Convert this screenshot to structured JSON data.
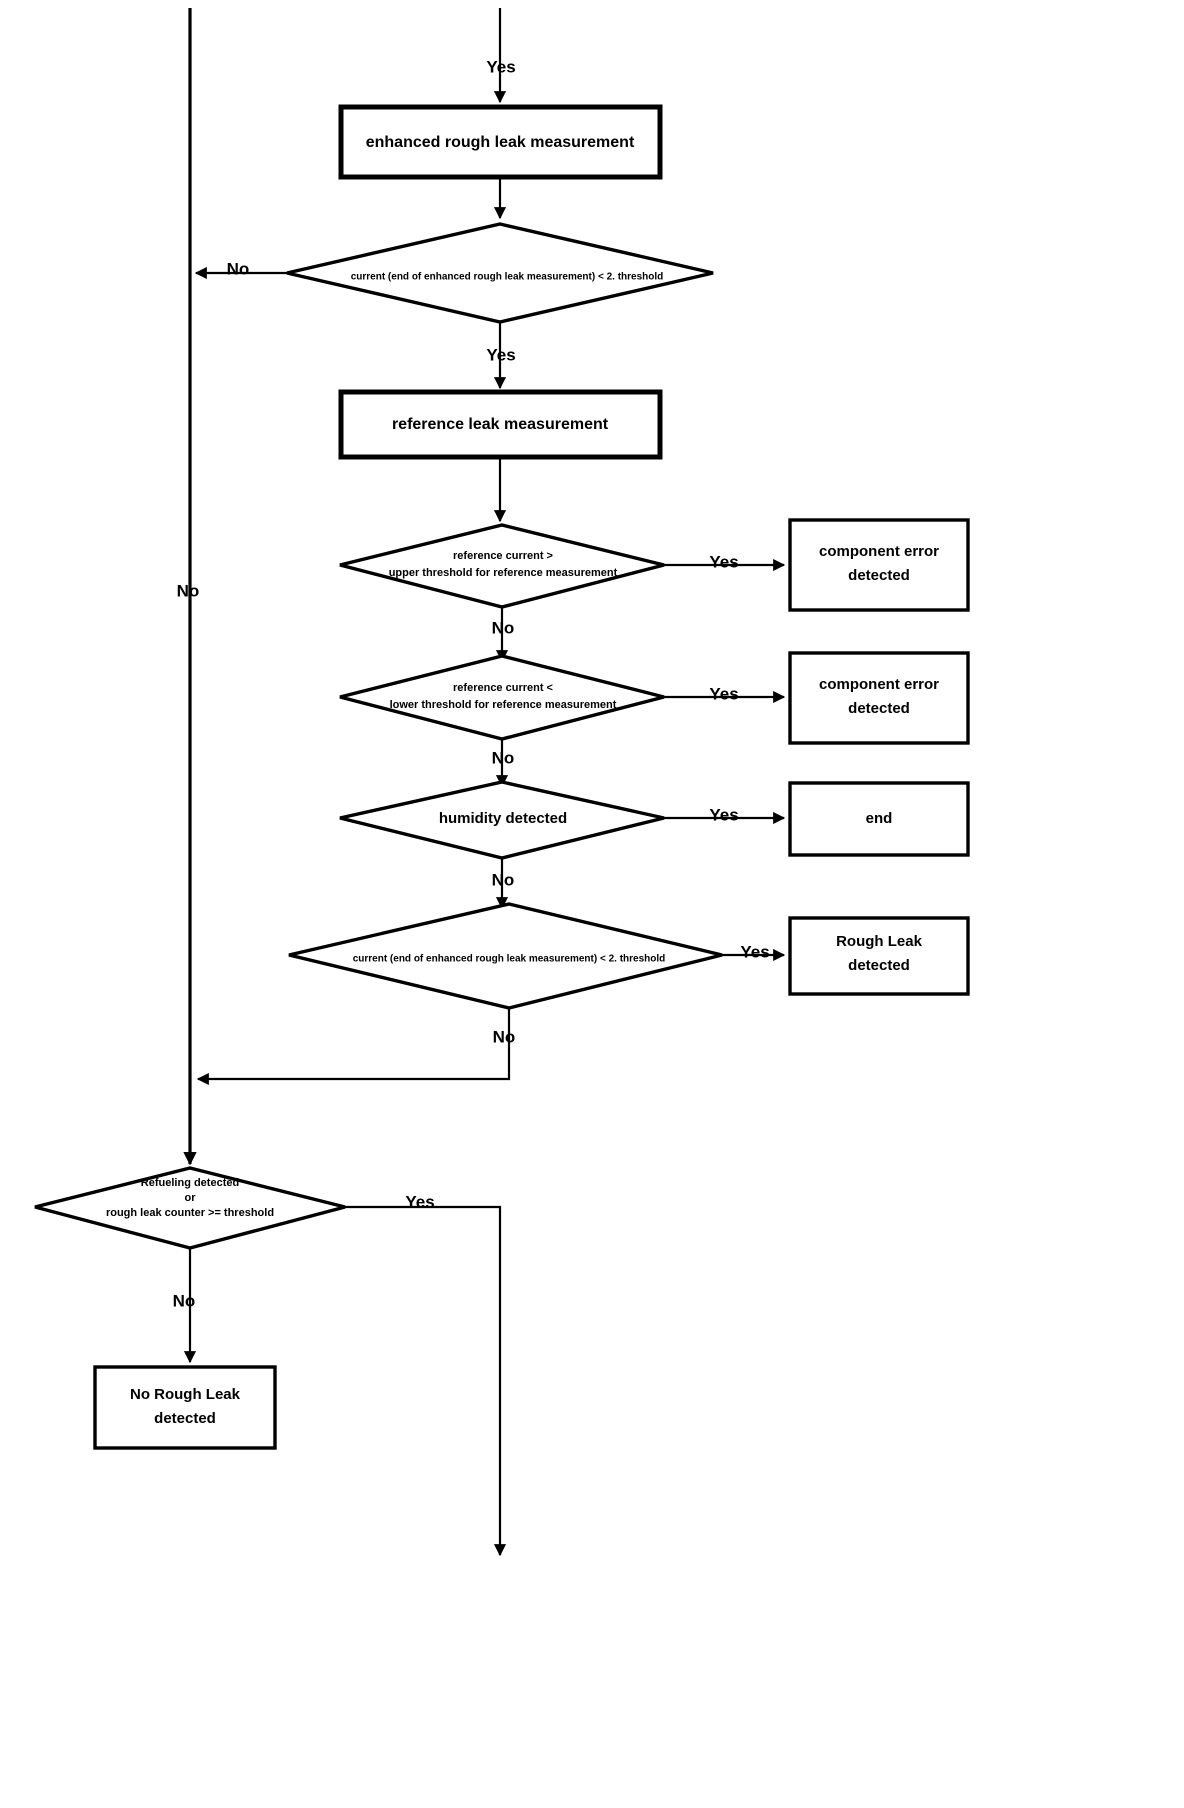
{
  "diagram": {
    "title": "Rough leak detection flowchart",
    "colors": {
      "stroke": "#000000",
      "fill": "#ffffff",
      "text": "#000000"
    },
    "nodes": {
      "enhanced_rough_leak_measurement": "enhanced rough leak measurement",
      "reference_leak_measurement": "reference leak measurement",
      "decision_current_1_line1": "current (end of enhanced rough leak measurement) < 2. threshold",
      "decision_ref_upper_line1": "reference current  >",
      "decision_ref_upper_line2": "upper threshold for reference measurement",
      "decision_ref_lower_line1": "reference current  <",
      "decision_ref_lower_line2": "lower threshold for reference measurement",
      "decision_humidity": "humidity detected",
      "decision_current_2_line1": "current (end of enhanced rough leak measurement) < 2. threshold",
      "decision_refueling_line1": "Refueling detected",
      "decision_refueling_line2": "or",
      "decision_refueling_line3": "rough leak counter >= threshold",
      "component_error_1_line1": "component error",
      "component_error_1_line2": "detected",
      "component_error_2_line1": "component error",
      "component_error_2_line2": "detected",
      "end_box": "end",
      "rough_leak_line1": "Rough Leak",
      "rough_leak_line2": "detected",
      "no_rough_leak_line1": "No Rough Leak",
      "no_rough_leak_line2": "detected"
    },
    "edge_labels": {
      "top_yes": "Yes",
      "d1_no": "No",
      "d1_yes": "Yes",
      "ref_upper_yes": "Yes",
      "ref_upper_no": "No",
      "ref_lower_yes": "Yes",
      "ref_lower_no": "No",
      "humidity_yes": "Yes",
      "humidity_no": "No",
      "current2_yes": "Yes",
      "current2_no": "No",
      "left_rail_no": "No",
      "refueling_yes": "Yes",
      "refueling_no": "No"
    }
  }
}
